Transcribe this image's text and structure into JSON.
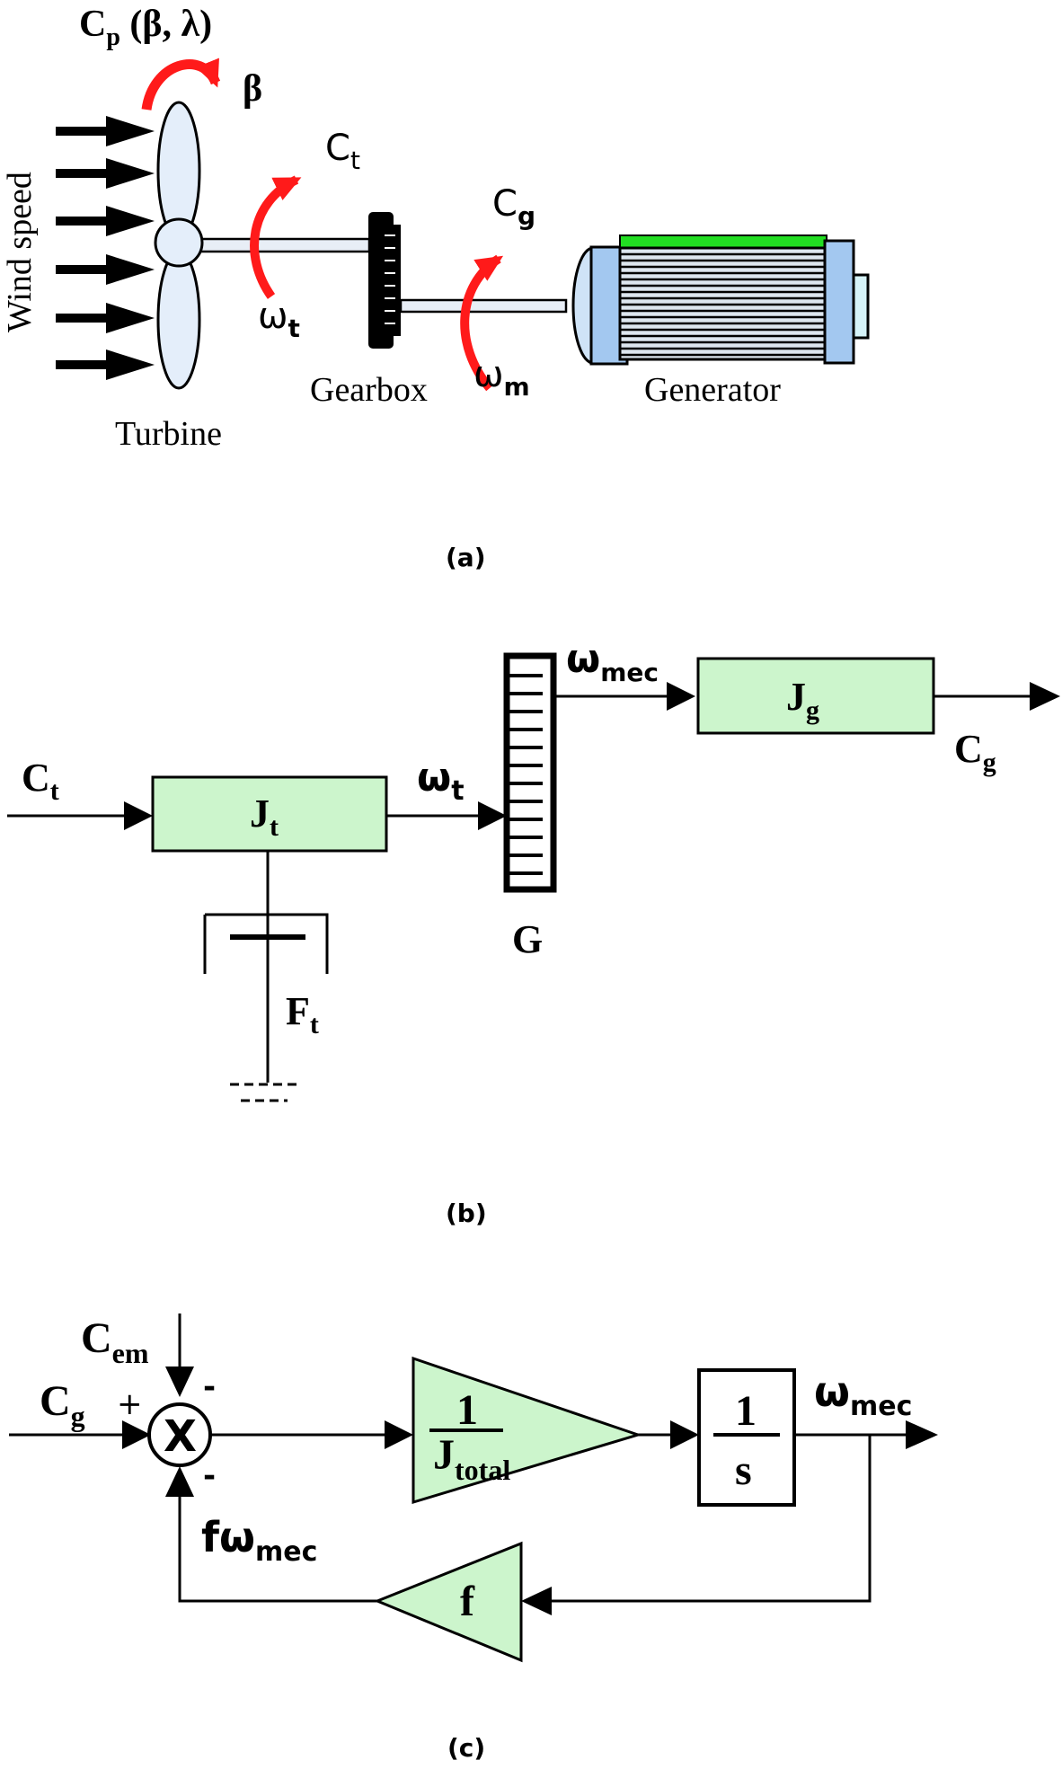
{
  "panel_a": {
    "cp_label": "C",
    "cp_sub": "p",
    "cp_args": " (β, λ)",
    "beta": "β",
    "wind_speed": "Wind speed",
    "turbine": "Turbine",
    "gearbox": "Gearbox",
    "generator": "Generator",
    "ct": "C",
    "ct_sub": "t",
    "cg": "C",
    "cg_sub": "g",
    "wt": "ω",
    "wt_sub": "t",
    "wm": "ω",
    "wm_sub": "m",
    "caption": "(a)"
  },
  "panel_b": {
    "ct": "C",
    "ct_sub": "t",
    "jt": "J",
    "jt_sub": "t",
    "wt": "ω",
    "wt_sub": "t",
    "wmec": "ω",
    "wmec_sub": "mec",
    "jg": "J",
    "jg_sub": "g",
    "cg": "C",
    "cg_sub": "g",
    "g": "G",
    "ft": "F",
    "ft_sub": "t",
    "caption": "(b)"
  },
  "panel_c": {
    "cem": "C",
    "cem_sub": "em",
    "cg": "C",
    "cg_sub": "g",
    "plus": "+",
    "minus_top": "-",
    "minus_bottom": "-",
    "sum_symbol": "X",
    "gain_num": "1",
    "gain_den": "J",
    "gain_den_sub": "total",
    "int_num": "1",
    "int_den": "s",
    "wmec": "ω",
    "wmec_sub": "mec",
    "fwmec": "fω",
    "fwmec_sub": "mec",
    "f": "f",
    "caption": "(c)"
  },
  "colors": {
    "block_fill": "#ccf5cc",
    "torque_arrow": "#ff1a1a",
    "blade_fill": "#e4eefa",
    "generator_body": "#a3c8f0",
    "generator_stripe": "#22dd22"
  }
}
